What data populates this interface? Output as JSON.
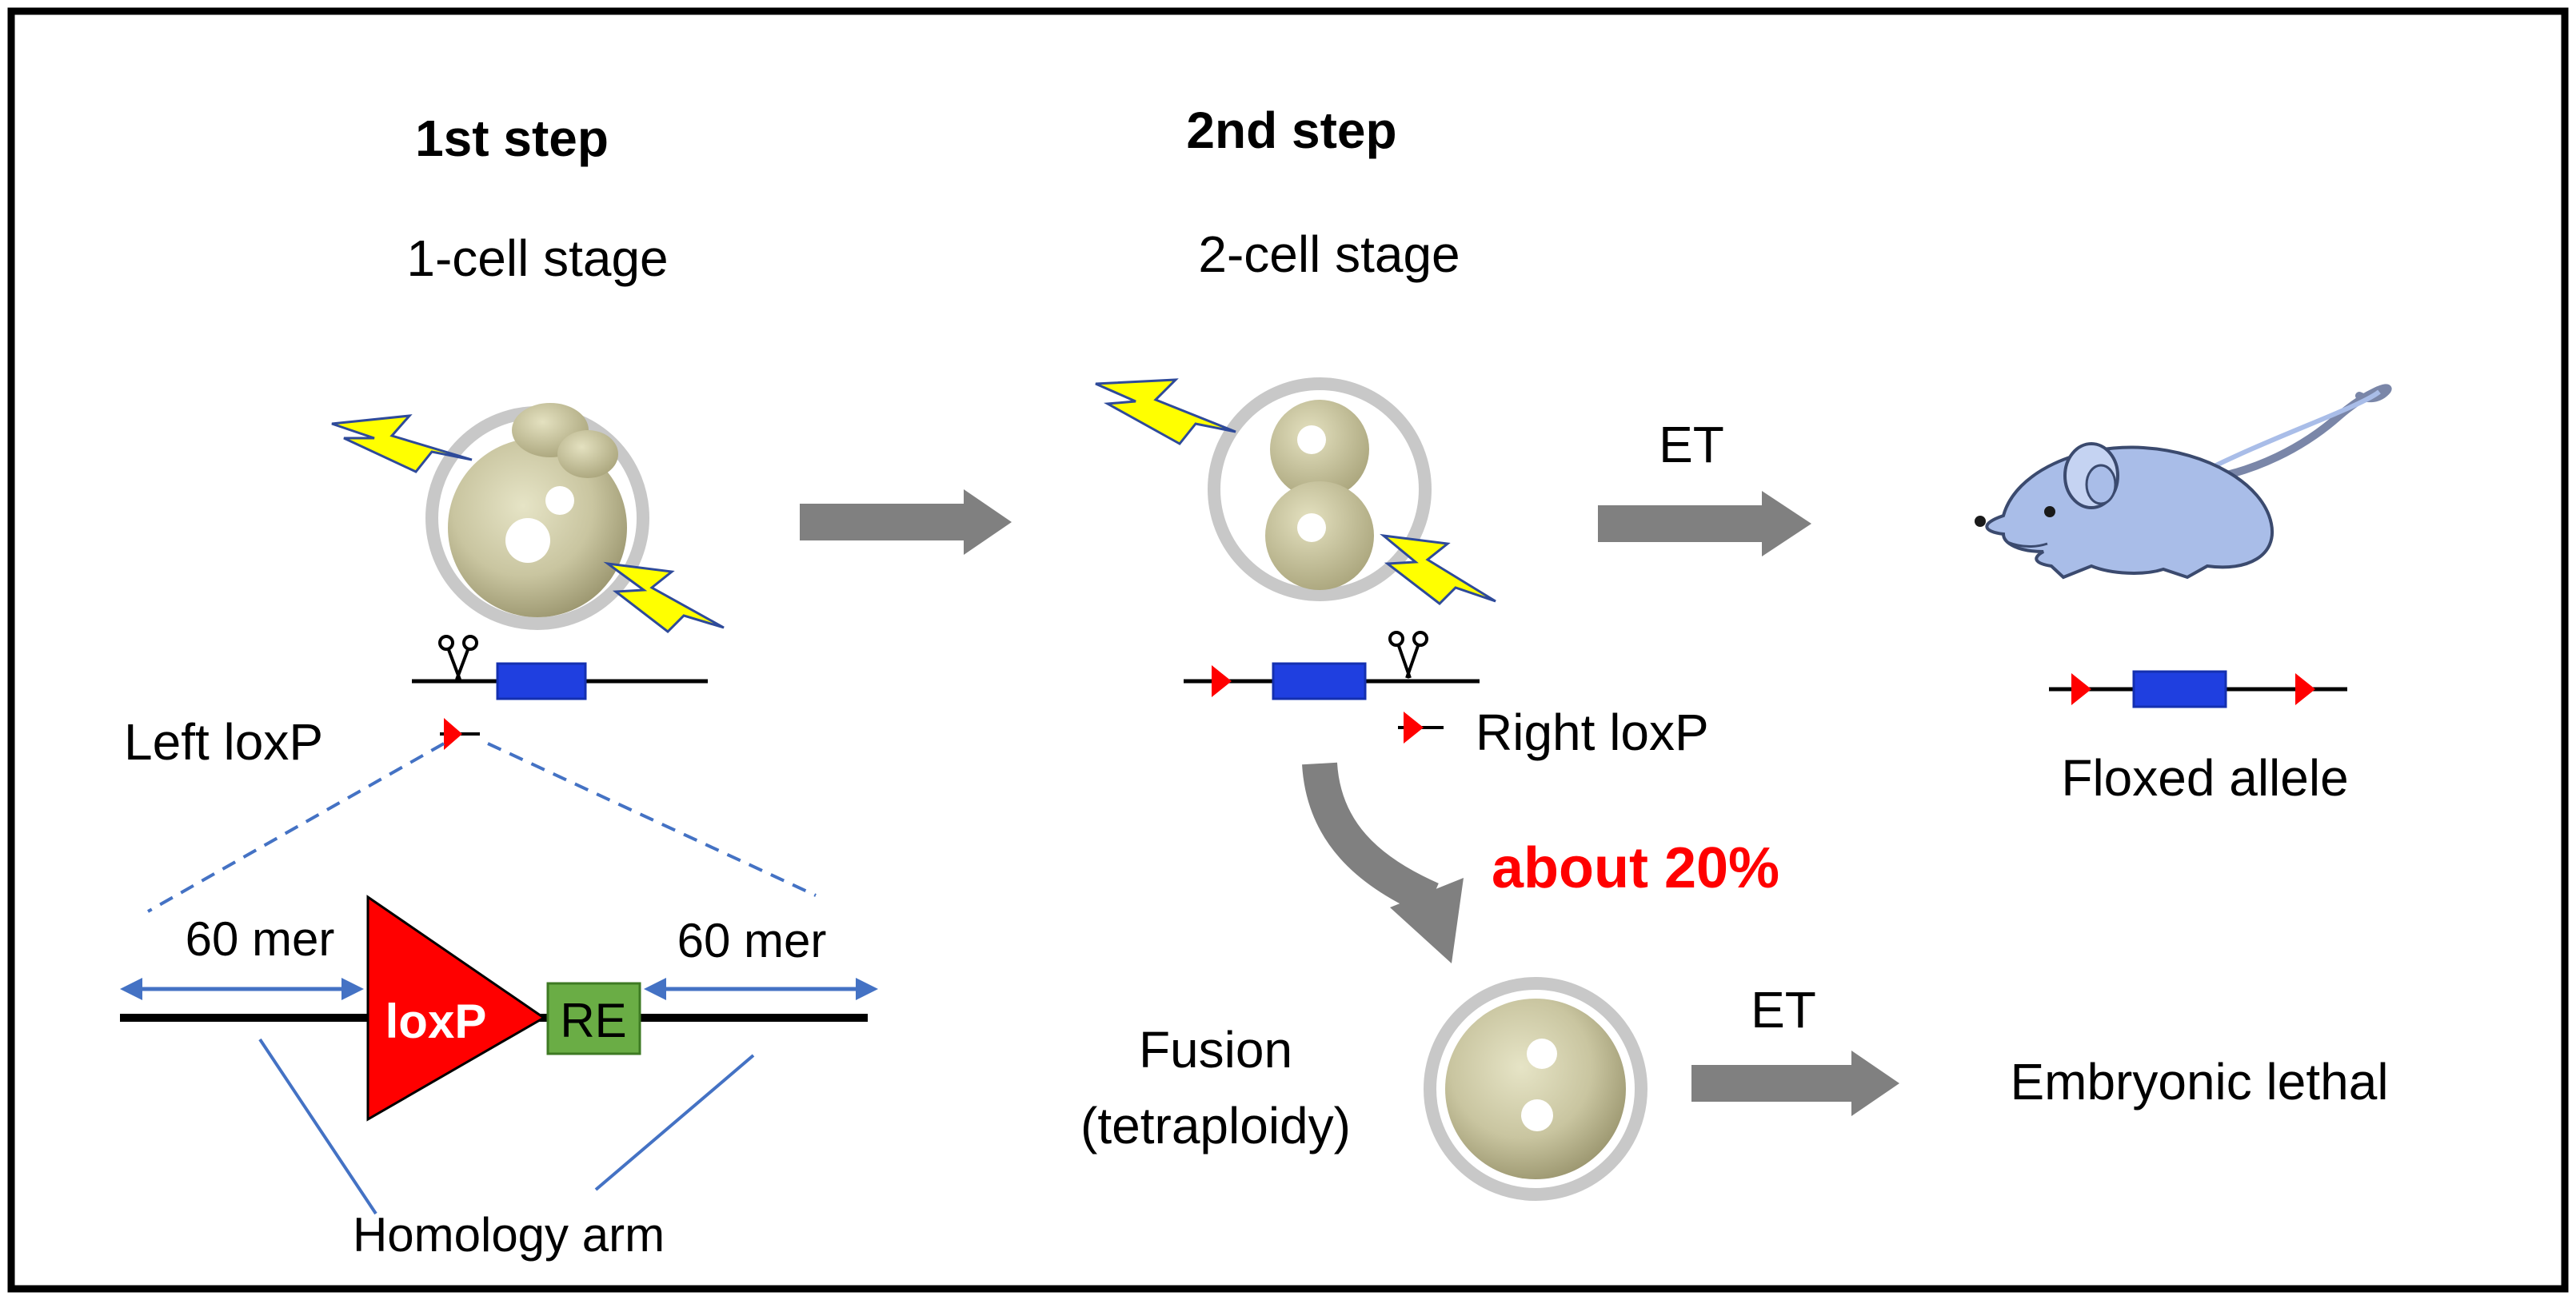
{
  "step1": {
    "title": "1st step",
    "stage": "1-cell stage"
  },
  "step2": {
    "title": "2nd step",
    "stage": "2-cell stage"
  },
  "labels": {
    "left_loxp": "Left loxP",
    "right_loxp": "Right loxP",
    "floxed_allele": "Floxed allele",
    "et_top": "ET",
    "et_bottom": "ET",
    "percentage": "about 20%",
    "fusion_line1": "Fusion",
    "fusion_line2": "(tetraploidy)",
    "embryonic_lethal": "Embryonic lethal",
    "arm_left": "60 mer",
    "arm_right": "60 mer",
    "loxp": "loxP",
    "re": "RE",
    "homology_arm": "Homology arm"
  },
  "colors": {
    "percentage": "#ff0000",
    "loxp_triangle": "#ff0000",
    "re_box": "#6aad45",
    "exon_box": "#1f3fe0",
    "homology_arrow": "#4472c4",
    "process_arrow": "#808080",
    "mouse_body": "#a9bde8",
    "cell_membrane": "#c8c8c8",
    "lightning": "#ffff00"
  },
  "icons": [
    "lightning-icon",
    "scissors-icon",
    "mouse-icon"
  ]
}
